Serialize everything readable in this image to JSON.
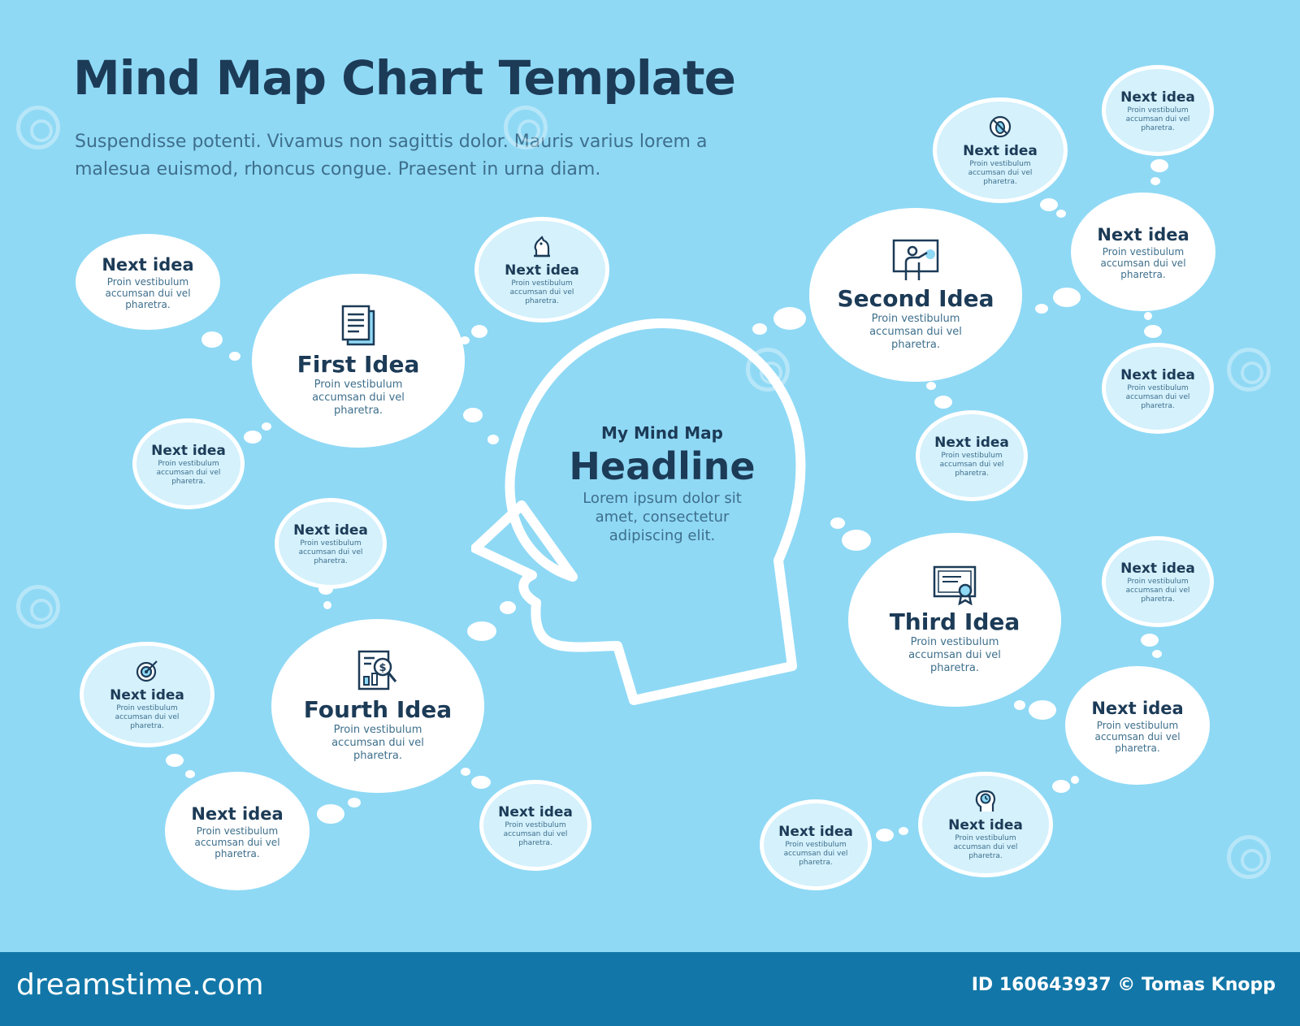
{
  "title": "Mind Map Chart Template",
  "subtitle": "Suspendisse potenti. Vivamus non sagittis dolor. Mauris varius lorem a malesua euismod, rhoncus congue. Praesent in urna diam.",
  "center": {
    "kicker": "My Mind Map",
    "headline": "Headline",
    "body": "Lorem ipsum dolor sit amet, consectetur adipiscing elit."
  },
  "ideas": {
    "first": {
      "title": "First Idea",
      "text": "Proin vestibulum accumsan dui vel pharetra.",
      "icon": "document-icon"
    },
    "second": {
      "title": "Second Idea",
      "text": "Proin vestibulum accumsan dui vel pharetra.",
      "icon": "presentation-icon"
    },
    "third": {
      "title": "Third Idea",
      "text": "Proin vestibulum accumsan dui vel pharetra.",
      "icon": "certificate-icon"
    },
    "fourth": {
      "title": "Fourth Idea",
      "text": "Proin vestibulum accumsan dui vel pharetra.",
      "icon": "financial-report-icon"
    }
  },
  "next_ideas": [
    {
      "title": "Next idea",
      "text": "Proin vestibulum accumsan dui vel pharetra."
    },
    {
      "title": "Next idea",
      "text": "Proin vestibulum accumsan dui vel pharetra.",
      "icon": "chess-knight-icon"
    },
    {
      "title": "Next idea",
      "text": "Proin vestibulum accumsan dui vel pharetra."
    },
    {
      "title": "Next idea",
      "text": "Proin vestibulum accumsan dui vel pharetra."
    },
    {
      "title": "Next idea",
      "text": "Proin vestibulum accumsan dui vel pharetra.",
      "icon": "target-icon"
    },
    {
      "title": "Next idea",
      "text": "Proin vestibulum accumsan dui vel pharetra."
    },
    {
      "title": "Next idea",
      "text": "Proin vestibulum accumsan dui vel pharetra."
    },
    {
      "title": "Next idea",
      "text": "Proin vestibulum accumsan dui vel pharetra.",
      "icon": "no-bug-icon"
    },
    {
      "title": "Next idea",
      "text": "Proin vestibulum accumsan dui vel pharetra."
    },
    {
      "title": "Next idea",
      "text": "Proin vestibulum accumsan dui vel pharetra."
    },
    {
      "title": "Next idea",
      "text": "Proin vestibulum accumsan dui vel pharetra."
    },
    {
      "title": "Next idea",
      "text": "Proin vestibulum accumsan dui vel pharetra."
    },
    {
      "title": "Next idea",
      "text": "Proin vestibulum accumsan dui vel pharetra."
    },
    {
      "title": "Next idea",
      "text": "Proin vestibulum accumsan dui vel pharetra."
    },
    {
      "title": "Next idea",
      "text": "Proin vestibulum accumsan dui vel pharetra.",
      "icon": "head-clock-icon"
    },
    {
      "title": "Next idea",
      "text": "Proin vestibulum accumsan dui vel pharetra."
    }
  ],
  "footer": {
    "brand": "dreamstime.com",
    "credit": "ID 160643937 © Tomas Knopp"
  },
  "colors": {
    "background": "#8fd9f5",
    "bubble": "#ffffff",
    "ring_fill": "#d4f1fc",
    "text_dark": "#1c3b57",
    "text_muted": "#3e6f8c",
    "footer": "#1277a8"
  }
}
